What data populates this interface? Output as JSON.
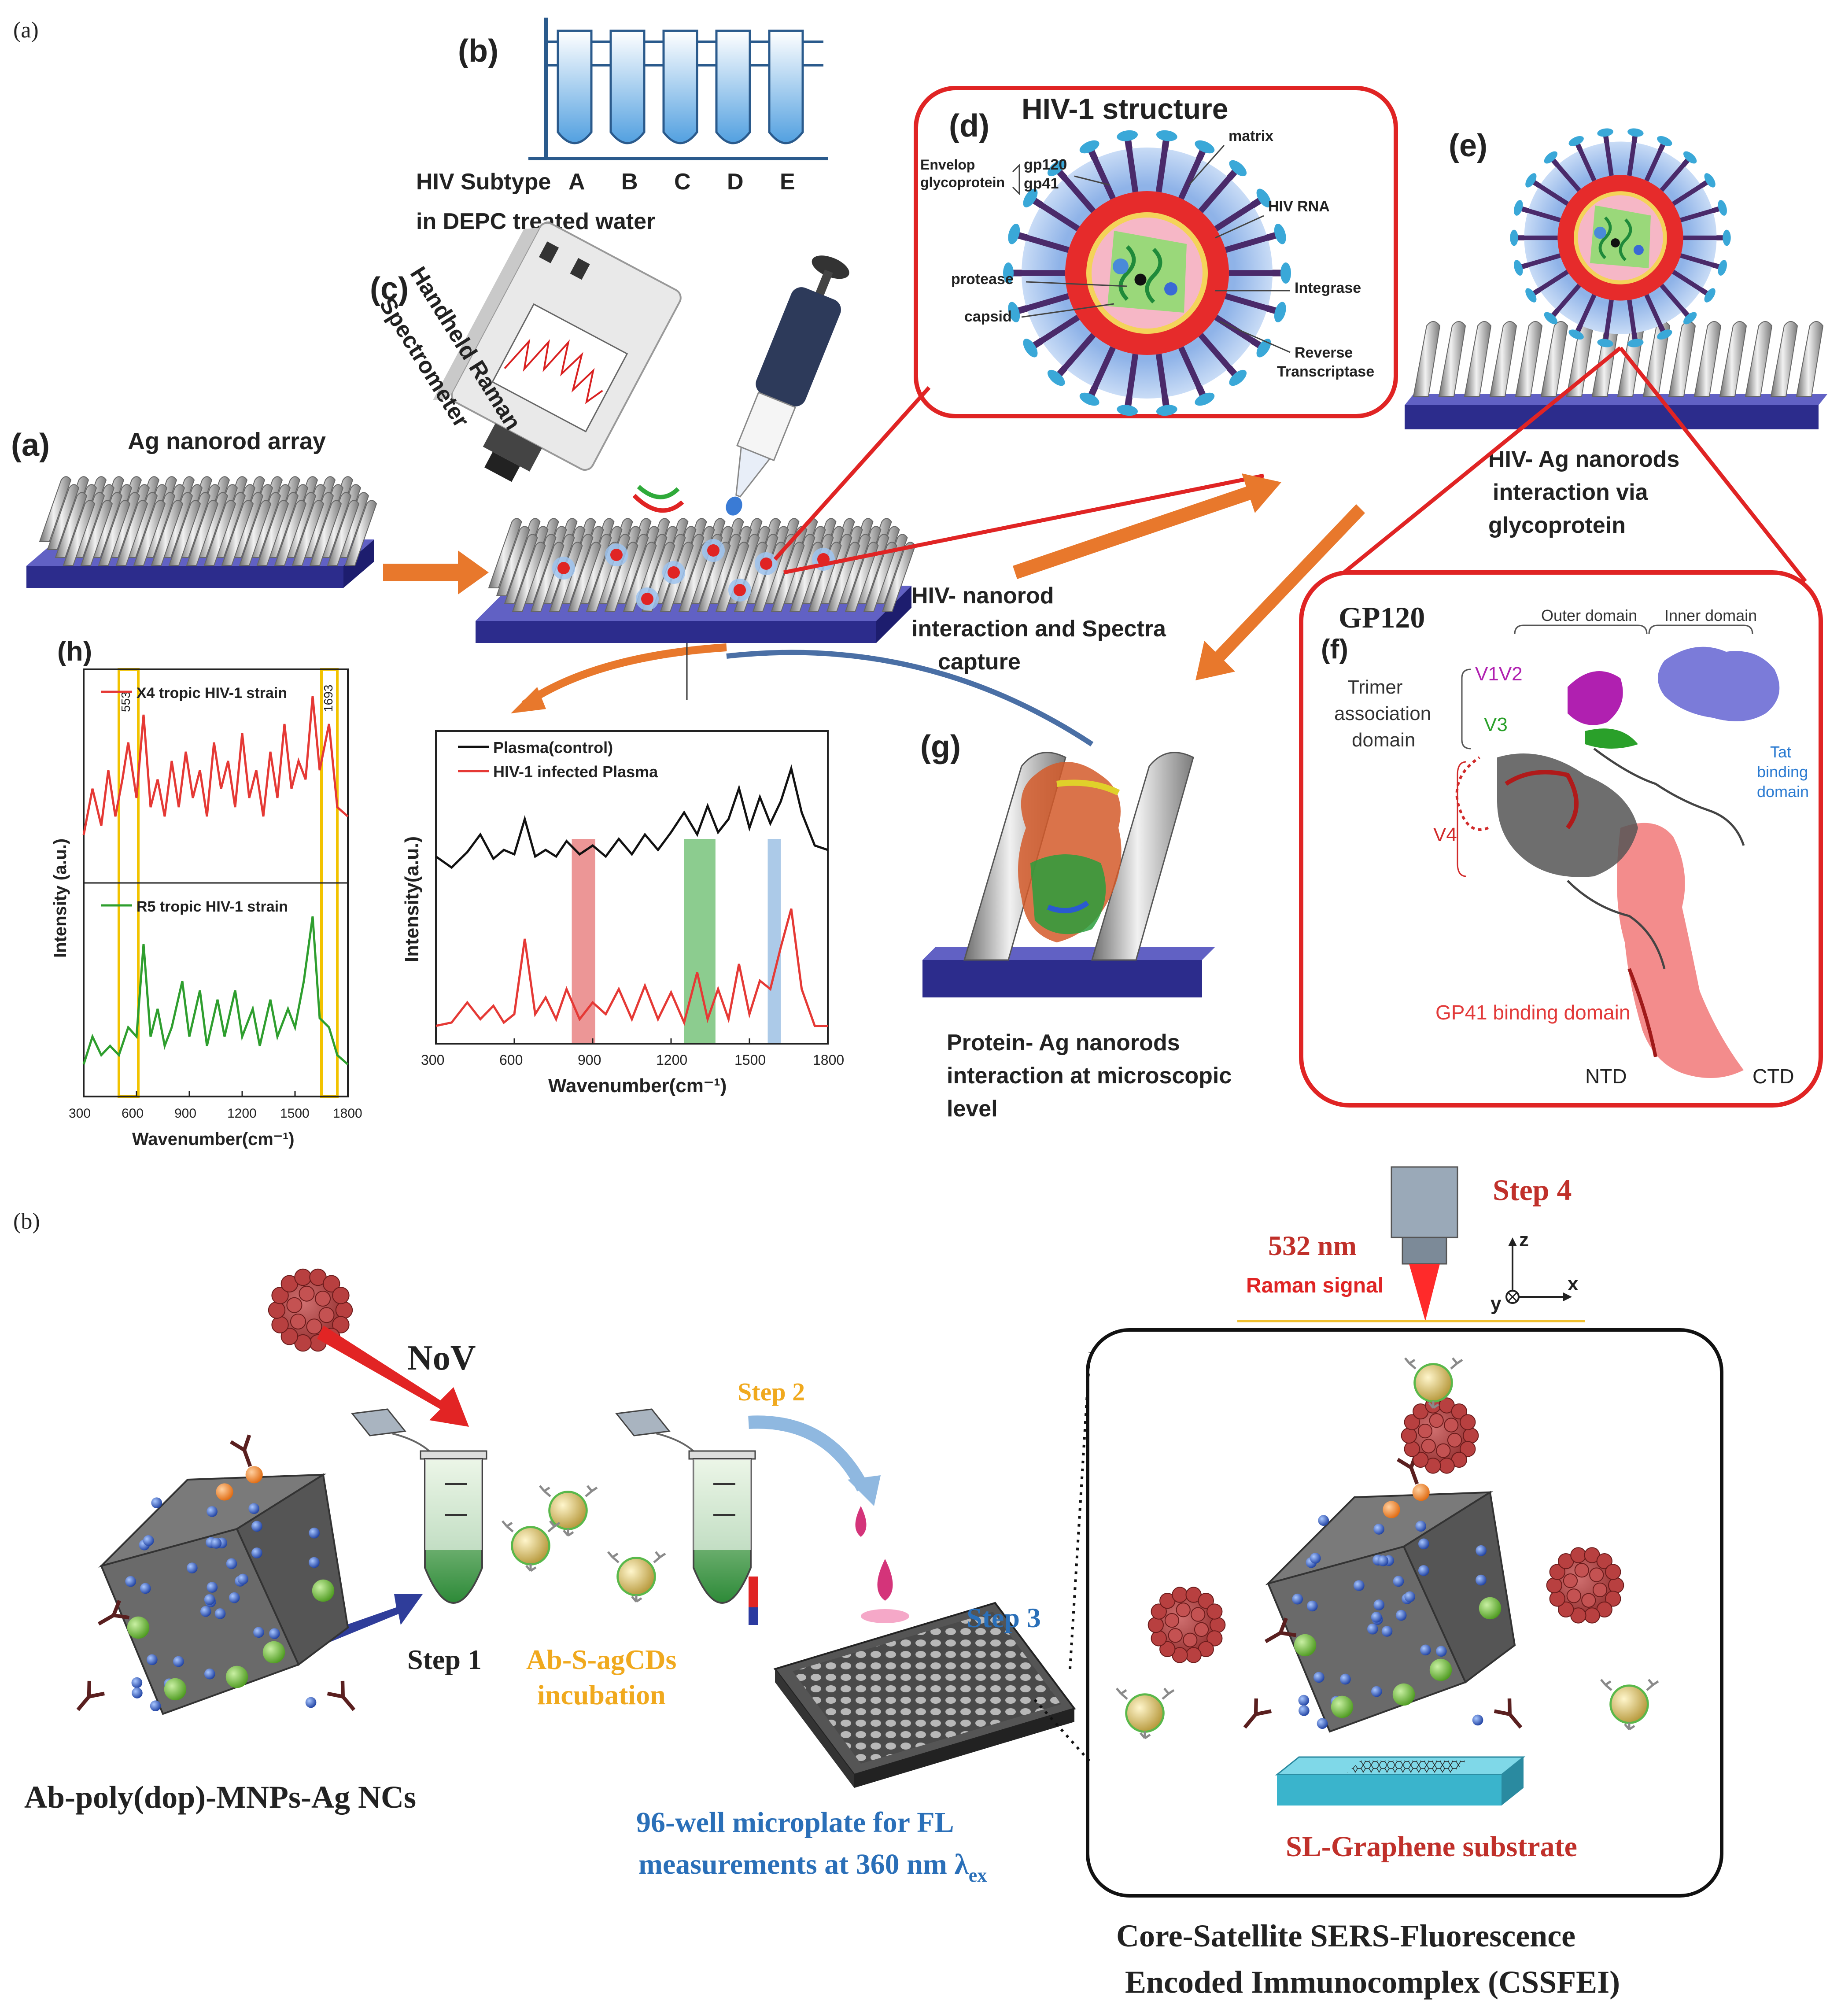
{
  "panel_a": {
    "figure_label": "(a)",
    "sub_a": {
      "label": "(a)",
      "title": "Ag nanorod array"
    },
    "sub_b": {
      "label": "(b)",
      "subtype_prefix": "HIV Subtype",
      "tubes": [
        "A",
        "B",
        "C",
        "D",
        "E"
      ],
      "caption": "in DEPC treated water"
    },
    "sub_c": {
      "label": "(c)",
      "line1": "Handheld Raman",
      "line2": "Spectrometer"
    },
    "sub_d": {
      "label": "(d)",
      "title": "HIV-1 structure",
      "envelop_line1": "Envelop",
      "envelop_line2": "glycoprotein",
      "gp120": "gp120",
      "gp41": "gp41",
      "matrix": "matrix",
      "hiv_rna": "HIV RNA",
      "protease": "protease",
      "capsid": "capsid",
      "integrase": "Integrase",
      "rt_line1": "Reverse",
      "rt_line2": "Transcriptase"
    },
    "sub_e": {
      "label": "(e)",
      "line1": "HIV- Ag nanorods",
      "line2": "interaction via",
      "line3": "glycoprotein"
    },
    "mid_caption": {
      "line1": "HIV- nanorod",
      "line2": "interaction and Spectra",
      "line3": "capture"
    },
    "sub_f": {
      "label": "(f)",
      "title": "GP120",
      "outer_domain": "Outer domain",
      "inner_domain": "Inner domain",
      "trimer_line1": "Trimer",
      "trimer_line2": "association",
      "trimer_line3": "domain",
      "v1v2": "V1V2",
      "v3": "V3",
      "v4": "V4",
      "tat_line1": "Tat",
      "tat_line2": "binding",
      "tat_line3": "domain",
      "gp41_binding": "GP41 binding domain",
      "ntd": "NTD",
      "ctd": "CTD"
    },
    "sub_g": {
      "label": "(g)",
      "line1": "Protein- Ag nanorods",
      "line2": "interaction at microscopic",
      "line3": "level"
    },
    "sub_h": {
      "label": "(h)"
    }
  },
  "chart_data": [
    {
      "type": "line",
      "panel": "(h)",
      "xlabel": "Wavenumber(cm⁻¹)",
      "ylabel": "Intensity (a.u.)",
      "xlim": [
        300,
        1800
      ],
      "xticks": [
        300,
        600,
        900,
        1200,
        1500,
        1800
      ],
      "highlight_bands": [
        {
          "label": "553",
          "range": [
            500,
            610
          ],
          "color": "#f2c300"
        },
        {
          "label": "1693",
          "range": [
            1650,
            1740
          ],
          "color": "#f2c300"
        }
      ],
      "series": [
        {
          "name": "X4 tropic HIV-1 strain",
          "color": "#e53935",
          "x": [
            300,
            350,
            400,
            440,
            480,
            520,
            553,
            600,
            640,
            680,
            720,
            760,
            800,
            840,
            880,
            920,
            960,
            1000,
            1040,
            1080,
            1120,
            1160,
            1200,
            1240,
            1280,
            1320,
            1360,
            1400,
            1440,
            1480,
            1520,
            1560,
            1600,
            1640,
            1693,
            1740,
            1800
          ],
          "y": [
            0.2,
            0.45,
            0.25,
            0.55,
            0.3,
            0.5,
            0.7,
            0.4,
            0.85,
            0.35,
            0.5,
            0.3,
            0.6,
            0.35,
            0.65,
            0.4,
            0.55,
            0.3,
            0.7,
            0.45,
            0.6,
            0.35,
            0.75,
            0.4,
            0.55,
            0.3,
            0.65,
            0.4,
            0.8,
            0.45,
            0.6,
            0.5,
            0.95,
            0.55,
            0.8,
            0.35,
            0.3
          ]
        },
        {
          "name": "R5 tropic HIV-1 strain",
          "color": "#2e9e2e",
          "x": [
            300,
            350,
            400,
            450,
            500,
            553,
            600,
            640,
            680,
            720,
            760,
            800,
            860,
            900,
            960,
            1000,
            1060,
            1100,
            1160,
            1200,
            1260,
            1300,
            1360,
            1400,
            1460,
            1500,
            1550,
            1600,
            1640,
            1693,
            1740,
            1800
          ],
          "y": [
            0.15,
            0.3,
            0.2,
            0.25,
            0.2,
            0.35,
            0.3,
            0.8,
            0.3,
            0.45,
            0.25,
            0.35,
            0.6,
            0.3,
            0.55,
            0.25,
            0.5,
            0.3,
            0.55,
            0.3,
            0.45,
            0.25,
            0.5,
            0.3,
            0.45,
            0.35,
            0.6,
            0.95,
            0.4,
            0.35,
            0.2,
            0.15
          ]
        }
      ]
    },
    {
      "type": "line",
      "panel": "plasma",
      "xlabel": "Wavenumber(cm⁻¹)",
      "ylabel": "Intensity(a.u.)",
      "xlim": [
        300,
        1800
      ],
      "xticks": [
        300,
        600,
        900,
        1200,
        1500,
        1800
      ],
      "highlight_bands": [
        {
          "range": [
            820,
            910
          ],
          "color": "#e57373"
        },
        {
          "range": [
            1250,
            1370
          ],
          "color": "#66bb6a"
        },
        {
          "range": [
            1570,
            1620
          ],
          "color": "#90b8e0"
        }
      ],
      "series": [
        {
          "name": "Plasma(control)",
          "color": "#111111",
          "x": [
            300,
            360,
            420,
            470,
            520,
            560,
            600,
            640,
            680,
            720,
            760,
            800,
            850,
            900,
            950,
            1000,
            1050,
            1100,
            1150,
            1200,
            1250,
            1300,
            1340,
            1380,
            1420,
            1460,
            1500,
            1540,
            1580,
            1620,
            1660,
            1700,
            1750,
            1800
          ],
          "y": [
            0.55,
            0.5,
            0.57,
            0.65,
            0.54,
            0.58,
            0.56,
            0.72,
            0.55,
            0.58,
            0.55,
            0.62,
            0.56,
            0.6,
            0.55,
            0.63,
            0.56,
            0.65,
            0.58,
            0.66,
            0.75,
            0.65,
            0.78,
            0.66,
            0.72,
            0.86,
            0.68,
            0.82,
            0.7,
            0.8,
            0.95,
            0.75,
            0.6,
            0.58
          ]
        },
        {
          "name": "HIV-1 infected Plasma",
          "color": "#e53935",
          "x": [
            300,
            360,
            420,
            470,
            520,
            560,
            600,
            640,
            680,
            720,
            760,
            800,
            850,
            900,
            950,
            1000,
            1050,
            1100,
            1150,
            1200,
            1250,
            1300,
            1340,
            1380,
            1420,
            1460,
            1500,
            1540,
            1580,
            1620,
            1660,
            1700,
            1750,
            1800
          ],
          "y": [
            0.08,
            0.1,
            0.22,
            0.12,
            0.2,
            0.1,
            0.15,
            0.6,
            0.15,
            0.25,
            0.12,
            0.3,
            0.12,
            0.22,
            0.15,
            0.3,
            0.12,
            0.32,
            0.12,
            0.28,
            0.1,
            0.4,
            0.12,
            0.3,
            0.12,
            0.45,
            0.15,
            0.35,
            0.3,
            0.55,
            0.78,
            0.3,
            0.08,
            0.08
          ]
        }
      ]
    }
  ],
  "panel_b": {
    "figure_label": "(b)",
    "nov": "NoV",
    "step1": "Step 1",
    "step2": "Step 2",
    "step3": "Step 3",
    "step4": "Step 4",
    "incubation_line1": "Ab-S-agCDs",
    "incubation_line2": "incubation",
    "mnps_label": "Ab-poly(dop)-MNPs-Ag NCs",
    "microplate_line1": "96-well microplate for FL",
    "microplate_line2": "measurements at 360 nm λ",
    "microplate_sub": "ex",
    "laser_nm": "532 nm",
    "raman_signal": "Raman signal",
    "axis_z": "z",
    "axis_x": "x",
    "axis_y": "y",
    "substrate": "SL-Graphene substrate",
    "cssfei_line1": "Core-Satellite SERS-Fluorescence",
    "cssfei_line2": "Encoded Immunocomplex (CSSFEI)"
  },
  "colors": {
    "accent_red": "#e02424",
    "substrate_blue": "#3a3a9a",
    "arrow_orange": "#e8782c",
    "step_blue": "#2a6fb8",
    "step_yellow": "#f0a91e",
    "dark_red_text": "#c0302a"
  }
}
